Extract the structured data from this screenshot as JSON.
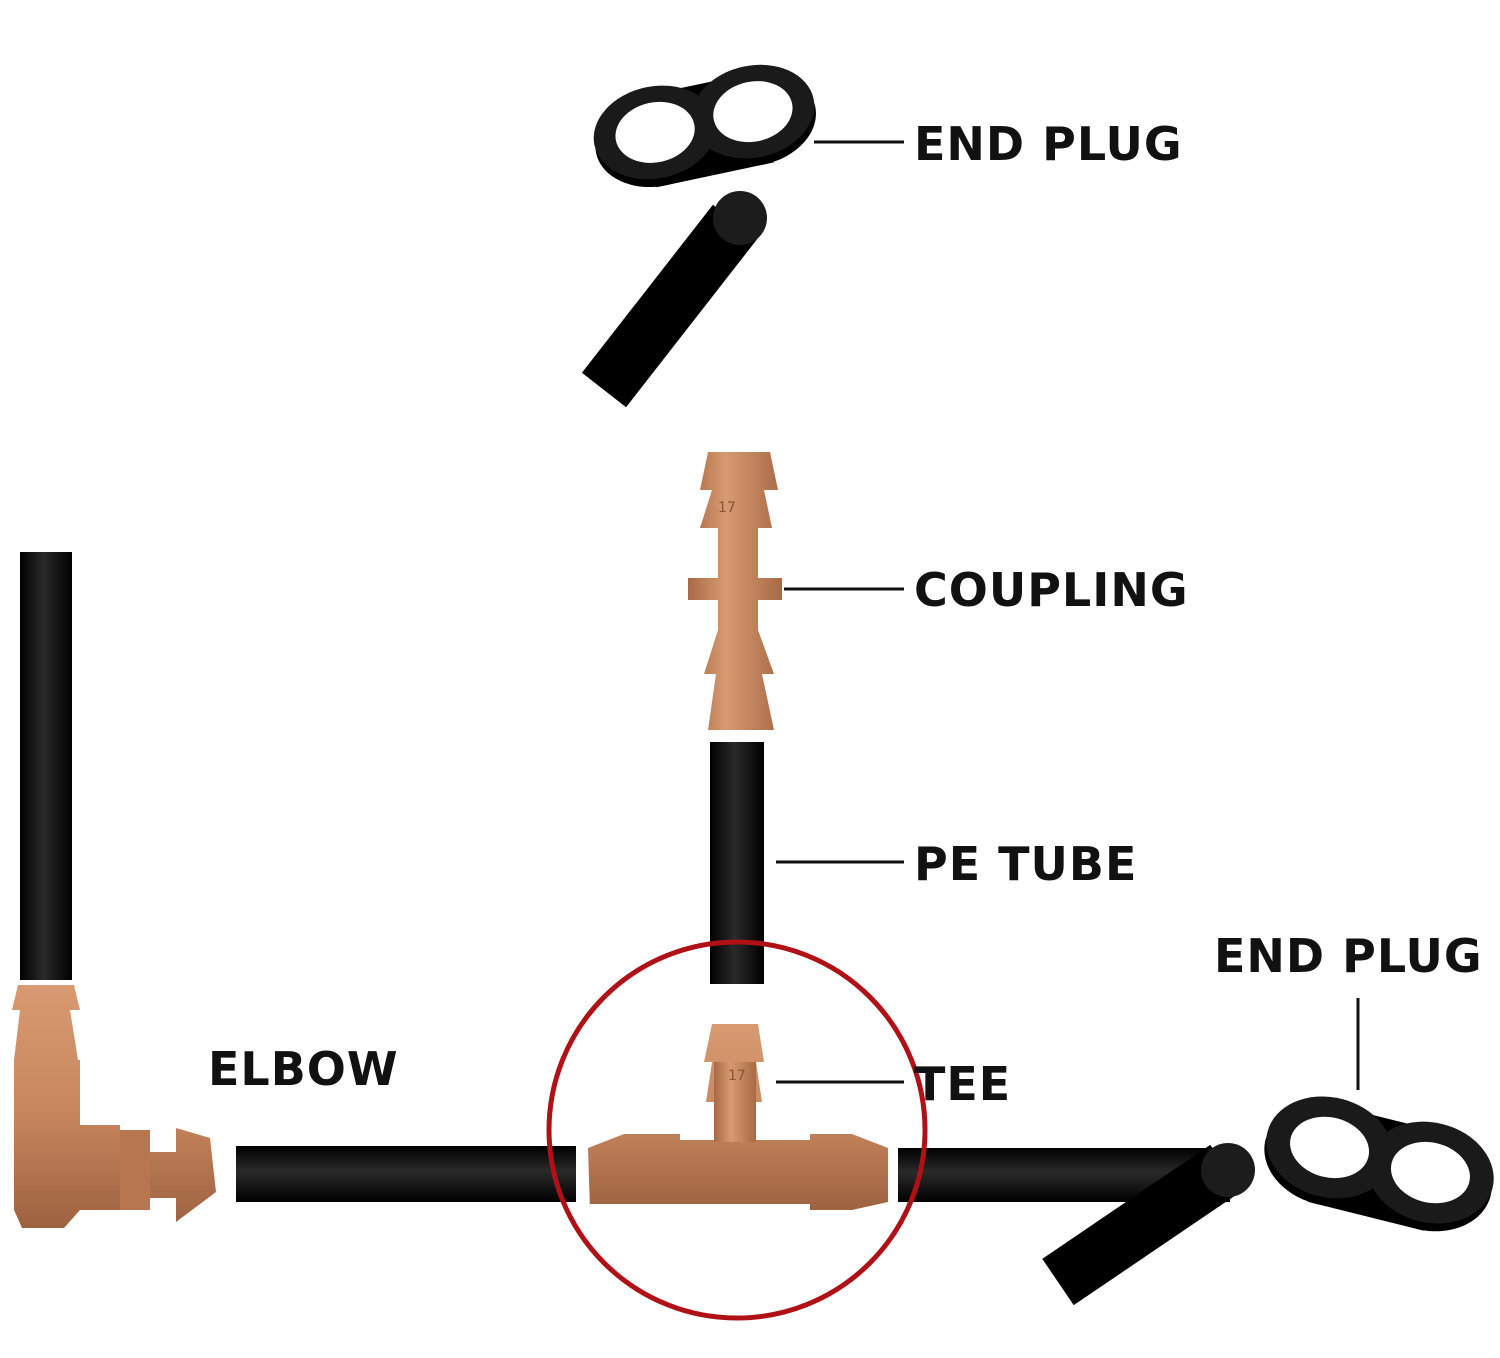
{
  "labels": {
    "end_plug_top": "END PLUG",
    "coupling": "COUPLING",
    "pe_tube": "PE TUBE",
    "end_plug_right": "END PLUG",
    "elbow": "ELBOW",
    "tee": "TEE"
  },
  "fitting_marks": {
    "coupling_size": "17",
    "tee_size": "17"
  },
  "colors": {
    "tube": "#0a0a0a",
    "fitting": "#c98a63",
    "fitting_shadow": "#a56a47",
    "highlight_circle": "#b01116",
    "text": "#111111"
  }
}
